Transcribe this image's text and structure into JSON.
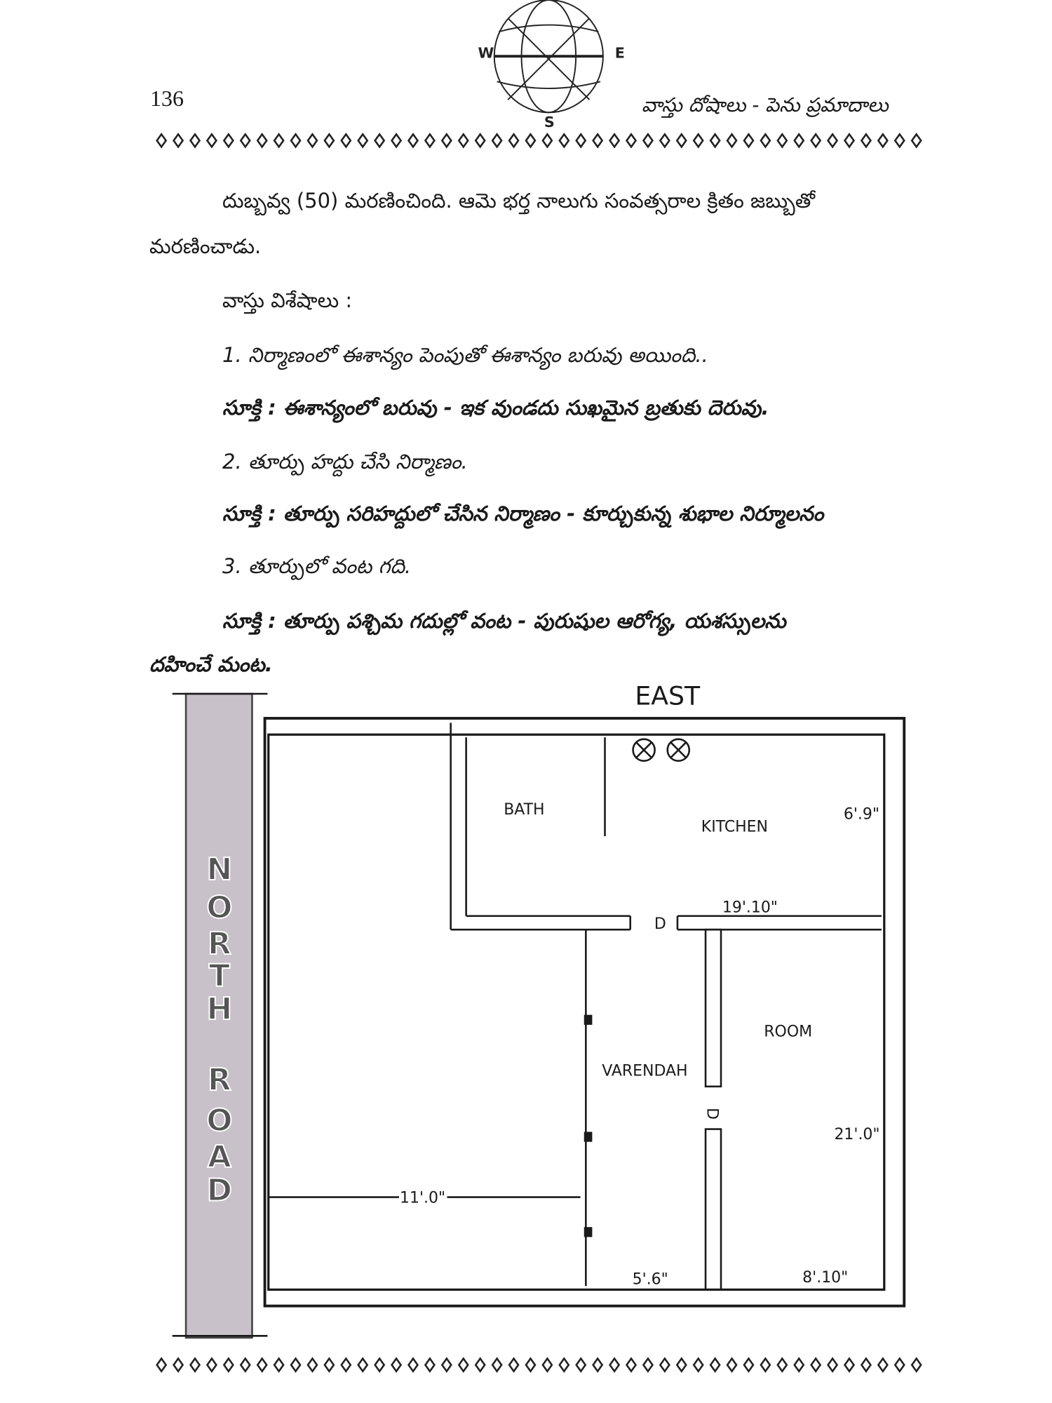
{
  "header": {
    "page_number": "136",
    "running_title": "వాస్తు దోషాలు - పెను ప్రమాదాలు",
    "compass": {
      "west": "W",
      "east": "E",
      "south": "S",
      "icon": "globe-compass-icon"
    }
  },
  "body": {
    "para1_line1": "దుబ్బవ్వ (50) మరణించింది. ఆమె భర్త నాలుగు సంవత్సరాల క్రితం జబ్బుతో",
    "para1_line2": "మరణించాడు.",
    "section_title": "వాస్తు విశేషాలు :",
    "items": [
      {
        "point": "1. నిర్మాణంలో ఈశాన్యం పెంపుతో ఈశాన్యం బరువు అయింది..",
        "sukti": "సూక్తి : ఈశాన్యంలో బరువు - ఇక వుండదు సుఖమైన బ్రతుకు దెరువు."
      },
      {
        "point": "2. తూర్పు హద్దు చేసి నిర్మాణం.",
        "sukti": "సూక్తి : తూర్పు సరిహద్దులో చేసిన నిర్మాణం - కూర్చుకున్న శుభాల నిర్మూలనం"
      },
      {
        "point": "3. తూర్పులో వంట గది.",
        "sukti_line1": "సూక్తి : తూర్పు పశ్చిమ గదుల్లో వంట - పురుషుల ఆరోగ్య, యశస్సులను",
        "sukti_line2": "దహించే మంట."
      }
    ]
  },
  "plan": {
    "east": "EAST",
    "road": [
      "N",
      "O",
      "R",
      "T",
      "H",
      "R",
      "O",
      "A",
      "D"
    ],
    "rooms": {
      "bath": "BATH",
      "kitchen": "KITCHEN",
      "room": "ROOM",
      "varendah": "VARENDAH"
    },
    "door": "D",
    "dimensions": {
      "kitchen_width": "6'.9\"",
      "kitchen_length": "19'.10\"",
      "room_length": "21'.0\"",
      "open_width": "11'.0\"",
      "varendah_width": "5'.6\"",
      "room_width": "8'.10\""
    },
    "road_color": "#c9c1c9"
  }
}
